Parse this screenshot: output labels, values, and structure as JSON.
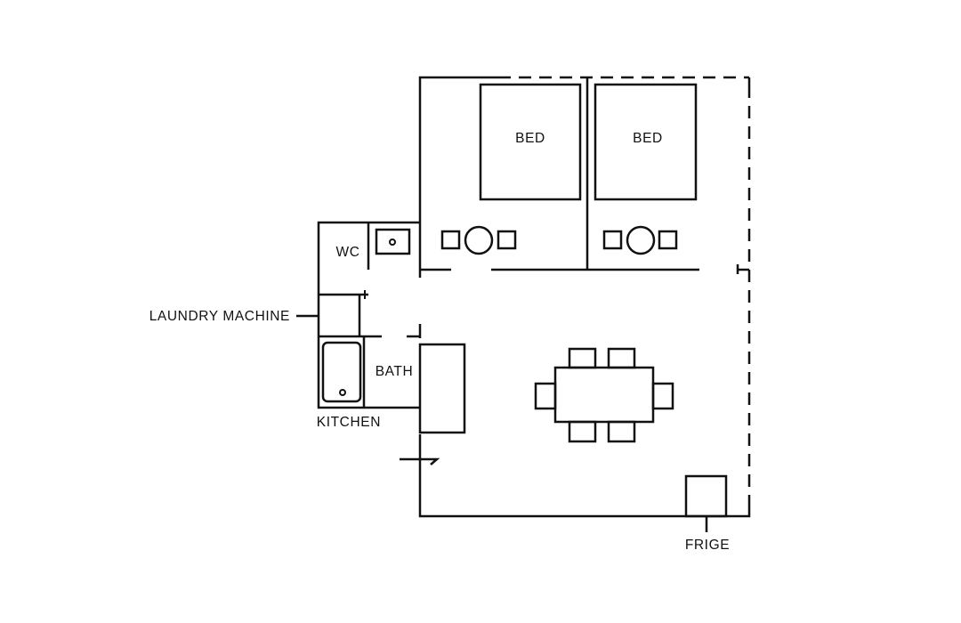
{
  "labels": {
    "bed_left": "BED",
    "bed_right": "BED",
    "wc": "WC",
    "laundry": "LAUNDRY MACHINE",
    "bath": "BATH",
    "kitchen": "KITCHEN",
    "fridge": "FRIGE"
  },
  "colors": {
    "line": "#111111",
    "background": "#ffffff"
  }
}
